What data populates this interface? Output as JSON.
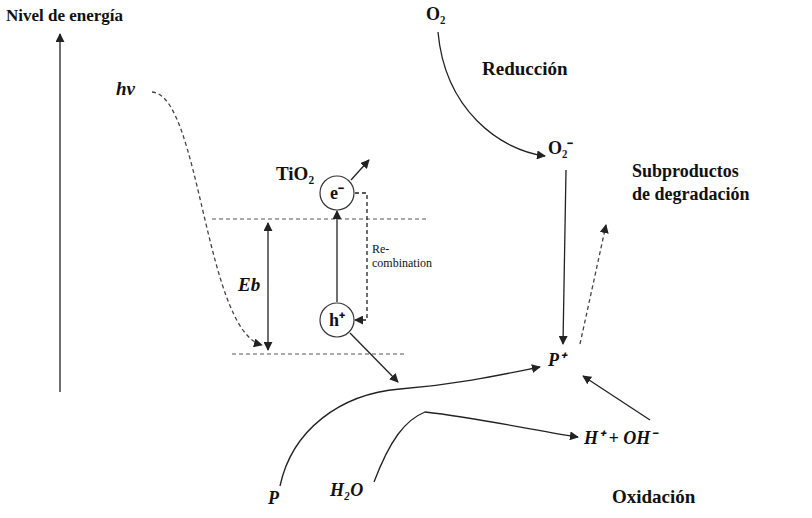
{
  "diagram": {
    "nodes": [
      {
        "text": [
          "TiO₂"
        ]
      },
      {
        "text": [
          "e⁻"
        ],
        "in": 0
      },
      {
        "text": [
          "h⁺"
        ],
        "in": 0
      }
    ],
    "edges": [
      {
        "from": 2,
        "to": 1,
        "arrow": "to"
      },
      {
        "from": 1,
        "to": 2,
        "label": "Re- combination",
        "arrow": "to"
      }
    ],
    "labels": [
      "Nivel de energía",
      "hv",
      "Eb",
      "O₂",
      "Reducción",
      "O₂⁻",
      "Subproductos de degradación",
      "P⁺",
      "H⁺ + OH⁻",
      "P",
      "H₂O",
      "Oxidación"
    ]
  }
}
